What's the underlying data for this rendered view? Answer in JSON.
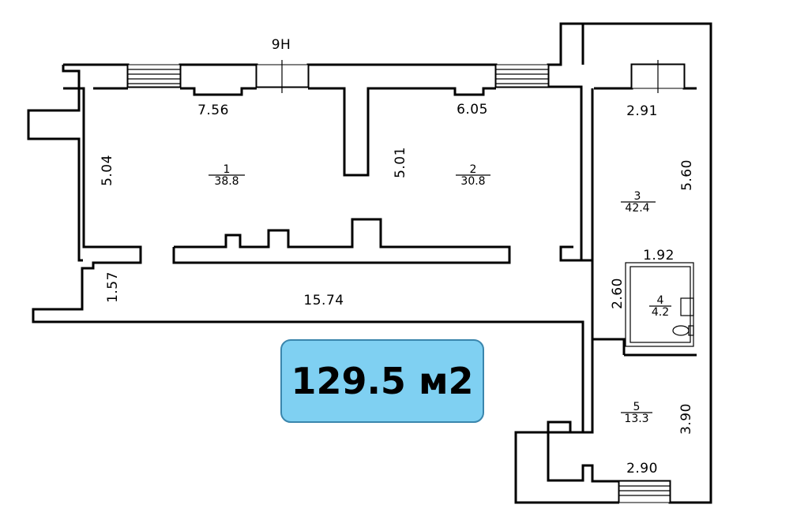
{
  "unit_label": "9Н",
  "total_area": "129.5 м2",
  "colors": {
    "badge_fill": "#7fd0f2",
    "badge_border": "#3a86ad",
    "walls": "#000000"
  },
  "rooms": [
    {
      "number": "1",
      "area": "38.8"
    },
    {
      "number": "2",
      "area": "30.8"
    },
    {
      "number": "3",
      "area": "42.4"
    },
    {
      "number": "4",
      "area": "4.2"
    },
    {
      "number": "5",
      "area": "13.3"
    }
  ],
  "dimensions": {
    "room1_width": "7.56",
    "room1_depth": "5.04",
    "room2_width": "6.05",
    "room2_depth": "5.01",
    "room3_width": "2.91",
    "room3_depth": "5.60",
    "room4_width": "1.92",
    "room4_depth": "2.60",
    "room5_width": "2.90",
    "room5_depth": "3.90",
    "corridor_length": "15.74",
    "corridor_width": "1.57"
  }
}
